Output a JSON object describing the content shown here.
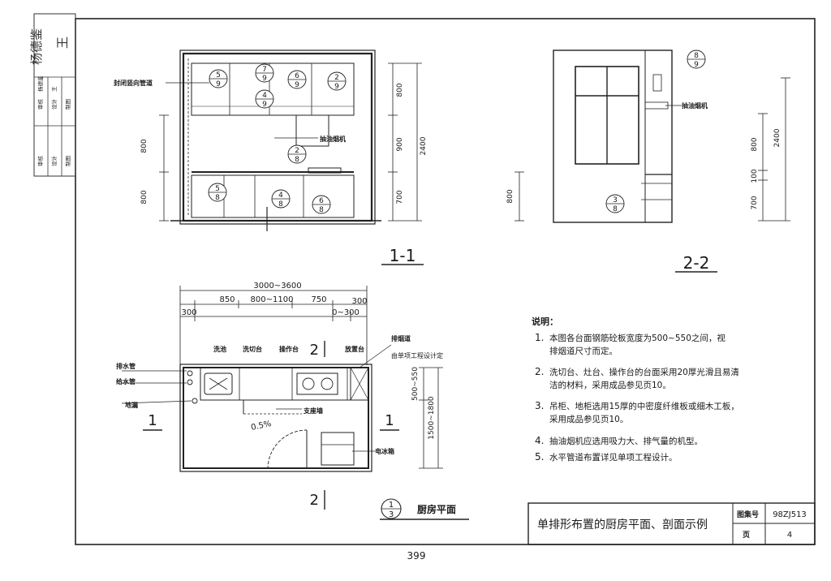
{
  "sidebar": {
    "rows": [
      [
        "审核",
        "杨德鉴",
        "审核"
      ],
      [
        "设计",
        "王",
        "设计"
      ],
      [
        "制图",
        "",
        "制图"
      ]
    ]
  },
  "section_1_1": {
    "title": "1-1",
    "callouts": {
      "duct": "封闭竖向管道",
      "hood": "抽油烟机"
    },
    "refs": [
      {
        "top": "5",
        "bottom": "9"
      },
      {
        "top": "7",
        "bottom": "9"
      },
      {
        "top": "6",
        "bottom": "9"
      },
      {
        "top": "4",
        "bottom": "9"
      },
      {
        "top": "2",
        "bottom": "9"
      },
      {
        "top": "2",
        "bottom": "8"
      },
      {
        "top": "5",
        "bottom": "8"
      },
      {
        "top": "4",
        "bottom": "8"
      },
      {
        "top": "6",
        "bottom": "8"
      }
    ],
    "dims_left": [
      "800",
      "800"
    ],
    "dims_right": [
      "800",
      "900",
      "700"
    ],
    "dim_total": "2400"
  },
  "section_2_2": {
    "title": "2-2",
    "callout_hood": "抽油烟机",
    "refs": [
      {
        "top": "8",
        "bottom": "9"
      },
      {
        "top": "3",
        "bottom": "8"
      }
    ],
    "dim_left": "800",
    "dims_right": [
      "800",
      "100",
      "700"
    ],
    "dim_total": "2400"
  },
  "plan": {
    "title": "厨房平面",
    "ref": {
      "top": "1",
      "bottom": "3"
    },
    "dims_top_total": "3000~3600",
    "dims_top": [
      "850",
      "800~1100",
      "750"
    ],
    "dims_top_row3": [
      "300",
      "0~300",
      "300"
    ],
    "labels": {
      "wash": "洗池",
      "cut": "洗切台",
      "operate": "操作台",
      "place": "放置台",
      "exhaust": "排烟道",
      "exhaust_note": "由单项工程设计定",
      "drain_pipe": "排水管",
      "supply_pipe": "给水管",
      "floor_drain": "地漏",
      "wall": "支座墙",
      "fridge": "电冰箱",
      "slope": "0.5%"
    },
    "section_marks": [
      "1",
      "1",
      "2",
      "2"
    ],
    "dims_right": [
      "500~550",
      "1500~1800"
    ]
  },
  "notes": {
    "heading": "说明：",
    "items": [
      {
        "n": "1.",
        "lines": [
          "本图各台面钢筋砼板宽度为500~550之间，视",
          "排烟道尺寸而定。"
        ]
      },
      {
        "n": "2.",
        "lines": [
          "洗切台、灶台、操作台的台面采用20厚光滑且易清",
          "洁的材料，采用成品参见页10。"
        ]
      },
      {
        "n": "3.",
        "lines": [
          "吊柜、地柜选用15厚的中密度纤维板或细木工板，",
          "采用成品参见页10。"
        ]
      },
      {
        "n": "4.",
        "lines": [
          "抽油烟机应选用吸力大、排气量的机型。"
        ]
      },
      {
        "n": "5.",
        "lines": [
          "水平管道布置详见单项工程设计。"
        ]
      }
    ]
  },
  "title_block": {
    "title": "单排形布置的厨房平面、剖面示例",
    "atlas_label": "图集号",
    "atlas_value": "98ZJ513",
    "page_label": "页",
    "page_value": "4"
  },
  "page_number": "399"
}
